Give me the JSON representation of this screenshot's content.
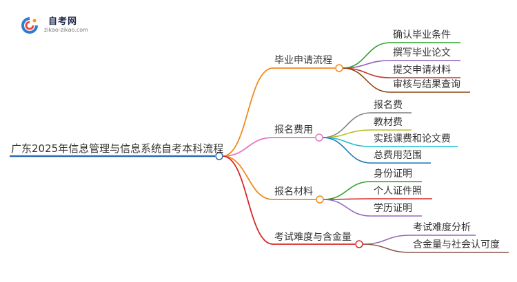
{
  "logo": {
    "title": "自考网",
    "subtitle": "zikao-zikao.com"
  },
  "root": {
    "label": "广东2025年信息管理与信息系统自考本科流程",
    "color": "#2b6cb0"
  },
  "branches": [
    {
      "label": "毕业申请流程",
      "color": "#f28a1c",
      "children": [
        {
          "label": "确认毕业条件",
          "color": "#2ca02c"
        },
        {
          "label": "撰写毕业论文",
          "color": "#8e5fb8"
        },
        {
          "label": "提交申请材料",
          "color": "#c0392b"
        },
        {
          "label": "审核与结果查询",
          "color": "#8b4513"
        }
      ]
    },
    {
      "label": "报名费用",
      "color": "#e377c2",
      "children": [
        {
          "label": "报名费",
          "color": "#7f7f7f"
        },
        {
          "label": "教材费",
          "color": "#bcbd22"
        },
        {
          "label": "实践课费和论文费",
          "color": "#17becf"
        },
        {
          "label": "总费用范围",
          "color": "#1f77b4"
        }
      ]
    },
    {
      "label": "报名材料",
      "color": "#f28a1c",
      "children": [
        {
          "label": "身份证明",
          "color": "#2ca02c"
        },
        {
          "label": "个人证件照",
          "color": "#d62728"
        },
        {
          "label": "学历证明",
          "color": "#9467bd"
        }
      ]
    },
    {
      "label": "考试难度与含金量",
      "color": "#d62728",
      "children": [
        {
          "label": "考试难度分析",
          "color": "#9467bd"
        },
        {
          "label": "含金量与社会认可度",
          "color": "#8c564b"
        }
      ]
    }
  ]
}
